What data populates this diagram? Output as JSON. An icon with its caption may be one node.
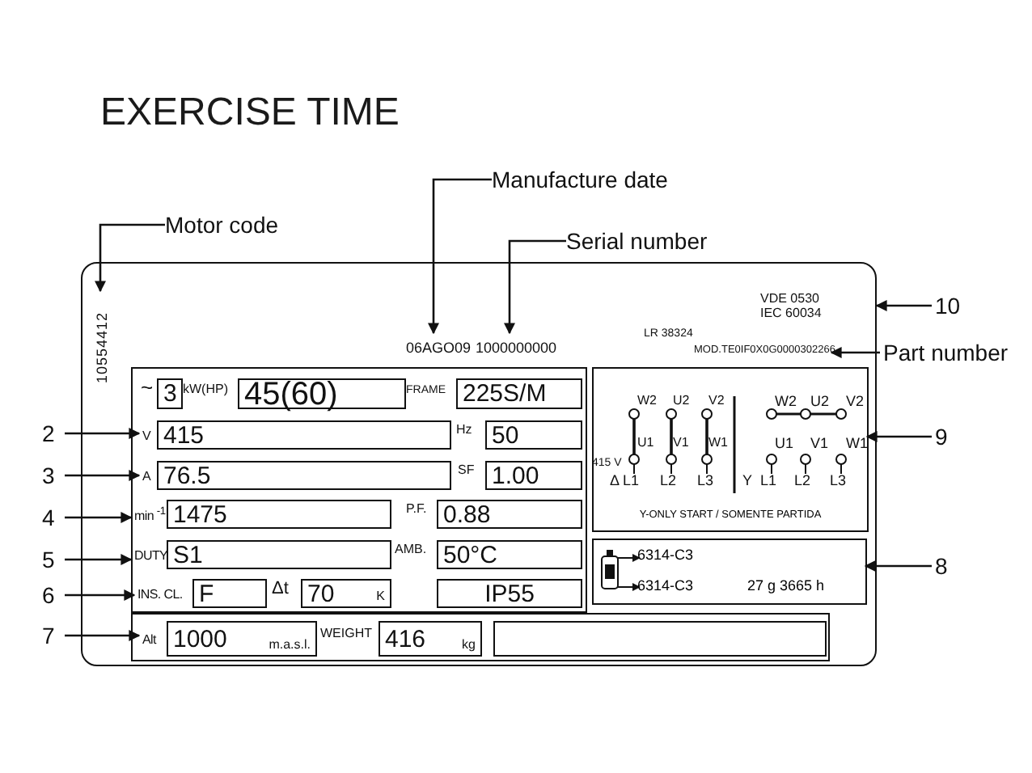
{
  "diagram": {
    "title": "EXERCISE TIME",
    "nodes": [
      {
        "text": [],
        "shape": "box"
      },
      {
        "text": [
          "10554412"
        ],
        "in": 0
      },
      {
        "text": [
          "06AGO09"
        ],
        "in": 0
      },
      {
        "text": [
          "1000000000"
        ],
        "in": 0
      },
      {
        "text": [
          "MOD.TE0IF0X0G0000302266"
        ],
        "in": 0
      },
      {
        "text": [],
        "shape": "box",
        "in": 0
      },
      {
        "text": [
          "3"
        ],
        "in": 5
      },
      {
        "text": [
          "45(60)"
        ],
        "in": 5
      },
      {
        "text": [
          "225S/M"
        ],
        "in": 5
      },
      {
        "text": [
          "V"
        ],
        "in": 5
      },
      {
        "text": [
          "415"
        ],
        "in": 5
      },
      {
        "text": [
          "50"
        ],
        "in": 5
      },
      {
        "text": [
          "A"
        ],
        "in": 5
      },
      {
        "text": [
          "76.5"
        ],
        "in": 5
      },
      {
        "text": [
          "1.00"
        ],
        "in": 5
      },
      {
        "text": [
          "min $^{-1}$"
        ],
        "in": 5
      },
      {
        "text": [
          "1475"
        ],
        "in": 5
      },
      {
        "text": [
          "0.88"
        ],
        "in": 5
      },
      {
        "text": [
          "DUTY"
        ],
        "in": 5
      },
      {
        "text": [
          "S1"
        ],
        "in": 5
      },
      {
        "text": [
          "50°C"
        ],
        "in": 5
      },
      {
        "text": [
          "INS. CL."
        ],
        "in": 5
      },
      {
        "text": [
          "F"
        ],
        "in": 5
      },
      {
        "text": [
          "70",
          "K"
        ],
        "in": 5
      },
      {
        "text": [
          "IP55"
        ],
        "in": 5
      },
      {
        "text": [],
        "shape": "box",
        "in": 0
      },
      {
        "text": [
          "Alt"
        ],
        "in": 25
      },
      {
        "text": [
          "1000",
          "m.a.s.l."
        ],
        "in": 25
      },
      {
        "text": [
          "416",
          "kg"
        ],
        "in": 25
      },
      {
        "text": [],
        "shape": "box",
        "in": 25
      },
      {
        "text": [
          "Y-ONLY START / SOMENTE PARTIDA"
        ],
        "in": 0
      },
      {
        "text": [
          "6314-C3",
          "6314-C3",
          "27 g 3665 h"
        ],
        "in": 0
      },
      {
        "text": [
          "Motor code"
        ]
      },
      {
        "text": [
          "Manufacture date"
        ]
      },
      {
        "text": [
          "Serial number"
        ]
      },
      {
        "text": [
          "10"
        ]
      },
      {
        "text": [
          "Part number"
        ]
      },
      {
        "text": [
          "9"
        ]
      },
      {
        "text": [
          "8"
        ]
      },
      {
        "text": [
          "2"
        ]
      },
      {
        "text": [
          "3"
        ]
      },
      {
        "text": [
          "4"
        ]
      },
      {
        "text": [
          "5"
        ]
      },
      {
        "text": [
          "6"
        ]
      },
      {
        "text": [
          "7"
        ]
      }
    ],
    "edges": [
      {
        "from": 32,
        "to": 1,
        "arrow": "to"
      },
      {
        "from": 33,
        "to": 2,
        "arrow": "to"
      },
      {
        "from": 34,
        "to": 3,
        "arrow": "to"
      },
      {
        "from": 35,
        "to": 0,
        "arrow": "to"
      },
      {
        "from": 36,
        "to": 4,
        "arrow": "to"
      },
      {
        "from": 37,
        "to": 30,
        "arrow": "to"
      },
      {
        "from": 38,
        "to": 31,
        "arrow": "to"
      },
      {
        "from": 39,
        "to": 9,
        "arrow": "to"
      },
      {
        "from": 40,
        "to": 12,
        "arrow": "to"
      },
      {
        "from": 41,
        "to": 15,
        "arrow": "to"
      },
      {
        "from": 42,
        "to": 18,
        "arrow": "to"
      },
      {
        "from": 43,
        "to": 21,
        "arrow": "to"
      },
      {
        "from": 44,
        "to": 26,
        "arrow": "to"
      }
    ],
    "labels": [
      "VDE 0530 IEC 60034",
      "LR 38324",
      "~",
      "kW(HP)",
      "FRAME",
      "Hz",
      "SF",
      "P.F.",
      "AMB.",
      "Δt",
      "WEIGHT",
      "W2",
      "U2",
      "V2",
      "U1",
      "V1",
      "W1",
      "415 V",
      "Δ",
      "L1",
      "L2",
      "L3",
      "W2",
      "U2",
      "V2",
      "U1",
      "V1",
      "W1",
      "Y",
      "L1",
      "L2",
      "L3"
    ]
  }
}
